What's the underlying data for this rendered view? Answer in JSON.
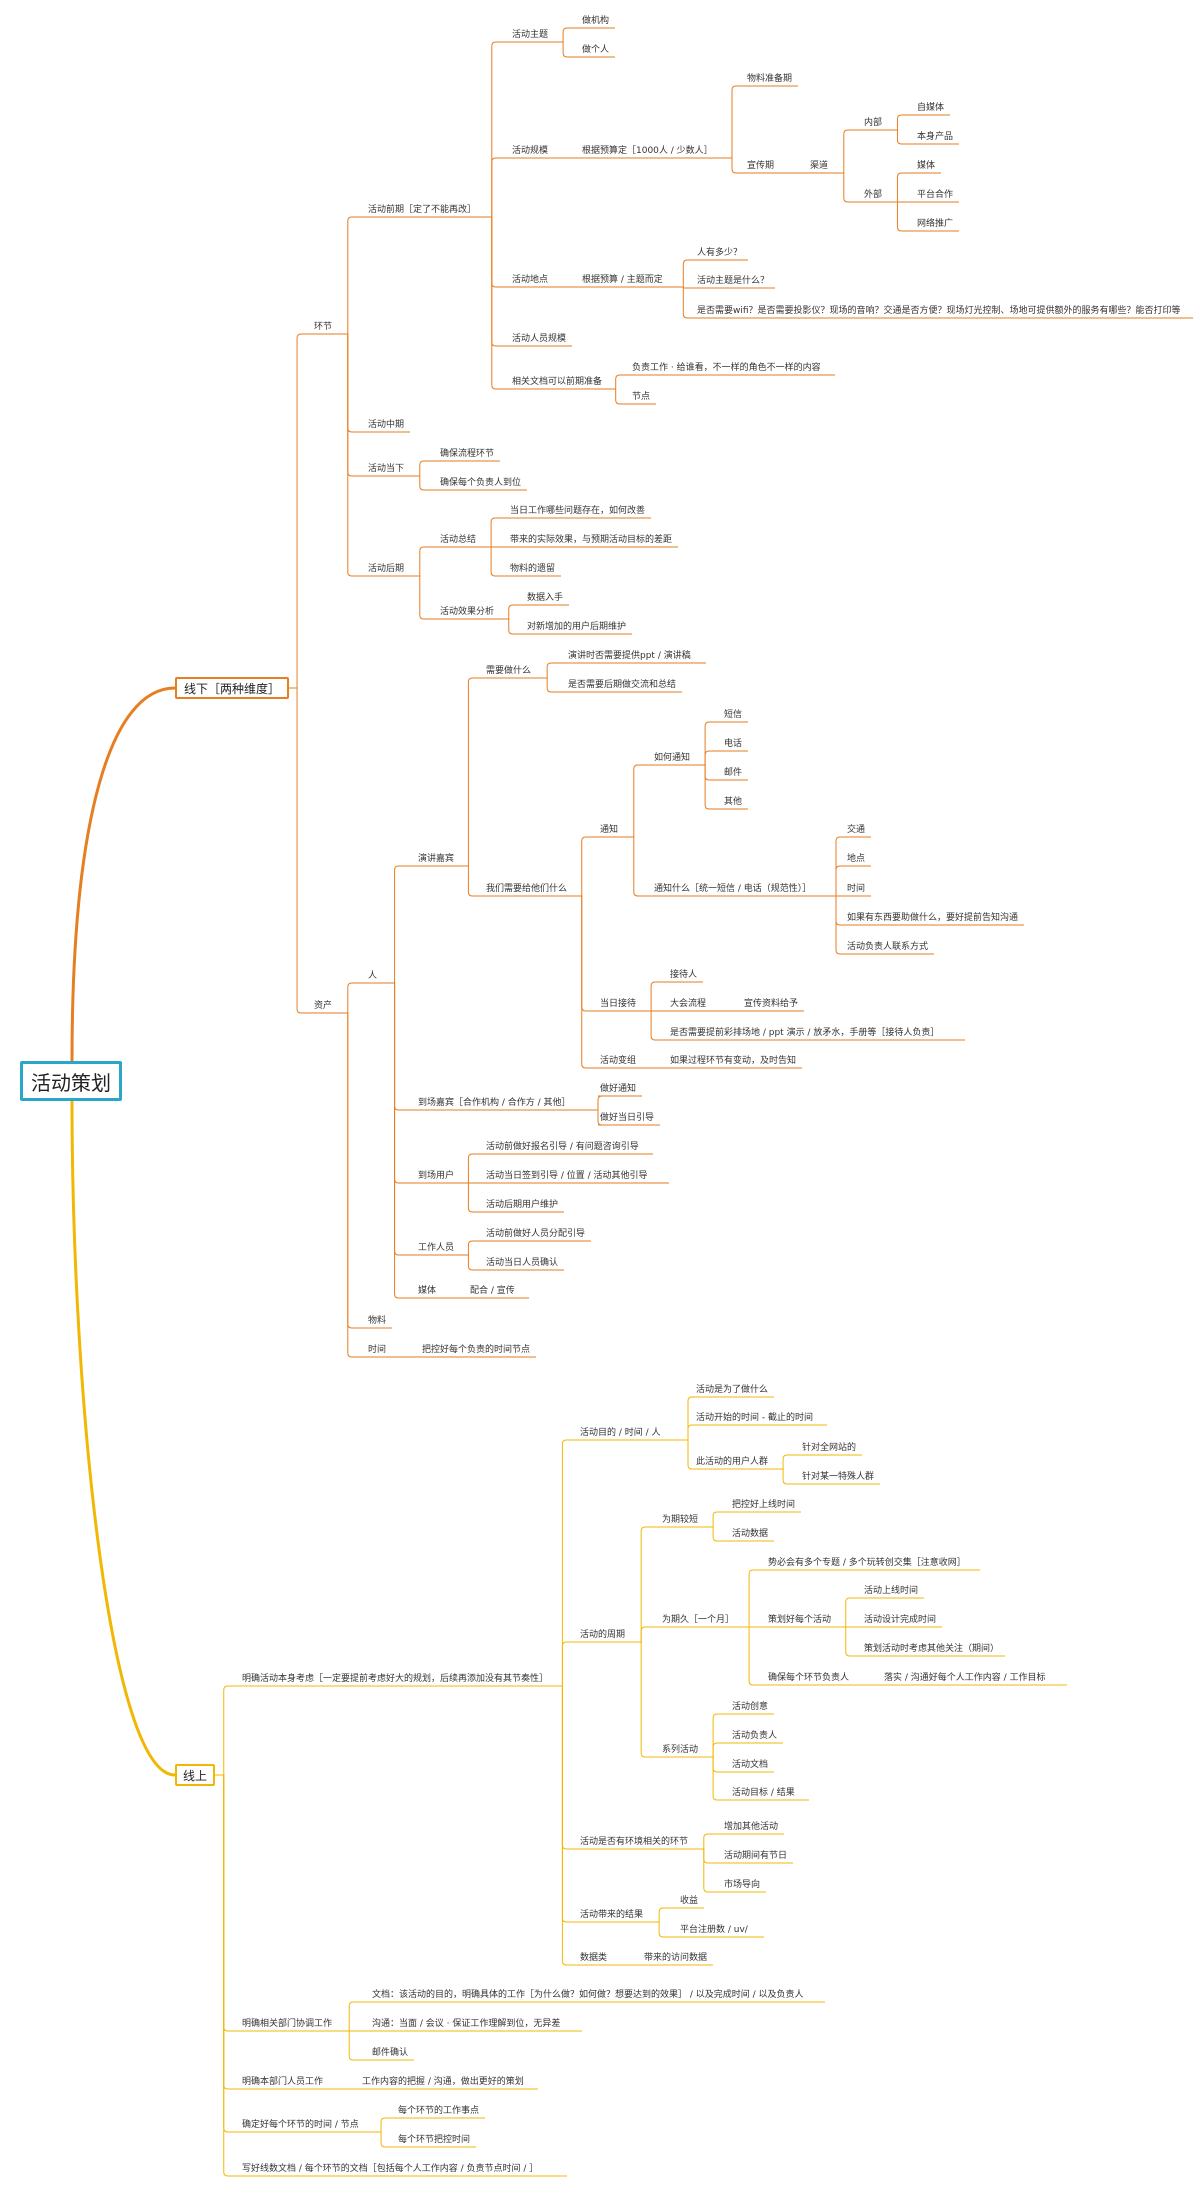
{
  "colors": {
    "root_border": "#2AA6C9",
    "offline": "#E67E22",
    "online": "#F2B705"
  },
  "root": {
    "label": "活动策划"
  },
  "offline": {
    "label": "线下［两种维度］",
    "huanjie": {
      "label": "环节",
      "qianqi": {
        "label": "活动前期［定了不能再改］",
        "zhuti": {
          "label": "活动主题",
          "items": [
            "做机构",
            "做个人"
          ]
        },
        "guimo": {
          "label": "活动规模",
          "baseline": "根据预算定［1000人 / 少数人］",
          "prep": "物料准备期",
          "publicity": "宣传期",
          "channel": "渠道",
          "inner": "内部",
          "outer": "外部",
          "inner_items": [
            "自媒体",
            "本身产品"
          ],
          "outer_items": [
            "媒体",
            "平台合作",
            "网络推广"
          ]
        },
        "didian": {
          "label": "活动地点",
          "baseline": "根据预算 / 主题而定",
          "items": [
            "人有多少？",
            "活动主题是什么？",
            "是否需要wifi？是否需要投影仪？现场的音响？交通是否方便？现场灯光控制、场地可提供额外的服务有哪些？能否打印等"
          ]
        },
        "renyuan": {
          "label": "活动人员规模"
        },
        "wendang": {
          "label": "相关文档可以前期准备",
          "items": [
            "负责工作 · 给谁看，不一样的角色不一样的内容",
            "节点"
          ]
        }
      },
      "zhongqi": {
        "label": "活动中期"
      },
      "dangxia": {
        "label": "活动当下",
        "items": [
          "确保流程环节",
          "确保每个负责人到位"
        ]
      },
      "houqi": {
        "label": "活动后期",
        "zongjie": {
          "label": "活动总结",
          "items": [
            "当日工作哪些问题存在，如何改善",
            "带来的实际效果，与预期活动目标的差距",
            "物料的遗留"
          ]
        },
        "fenxi": {
          "label": "活动效果分析",
          "items": [
            "数据入手",
            "对新增加的用户后期维护"
          ]
        }
      }
    },
    "zichan": {
      "label": "资产",
      "ren": {
        "label": "人",
        "jiabin": {
          "label": "演讲嘉宾",
          "xuyao": {
            "label": "需要做什么",
            "items": [
              "演讲时否需要提供ppt / 演讲稿",
              "是否需要后期做交流和总结"
            ]
          },
          "gaosu": {
            "label": "我们需要给他们什么",
            "tongzhi": {
              "label": "通知",
              "ruhe": "如何通知",
              "ruhe_items": [
                "短信",
                "电话",
                "邮件",
                "其他"
              ],
              "shenme": "通知什么［统一短信 / 电话（规范性）］",
              "shenme_items": [
                "交通",
                "地点",
                "时间",
                "如果有东西要助做什么，要好提前告知沟通",
                "活动负责人联系方式"
              ]
            },
            "dangri": {
              "label": "当日接待",
              "items": [
                "接待人",
                "大会流程",
                "是否需要提前彩排场地 / ppt 演示 / 放矛水，手册等［接待人负责］"
              ],
              "xuanchuan": "宣传资料给予"
            },
            "bianzhi": {
              "label": "活动变组",
              "items": [
                "如果过程环节有变动，及时告知"
              ]
            }
          }
        },
        "hezuo": {
          "label": "到场嘉宾［合作机构 / 合作方 / 其他］",
          "items": [
            "做好通知",
            "做好当日引导"
          ]
        },
        "yonghu": {
          "label": "到场用户",
          "items": [
            "活动前做好报名引导 / 有问题咨询引导",
            "活动当日签到引导 / 位置 / 活动其他引导",
            "活动后期用户维护"
          ]
        },
        "gongzuo": {
          "label": "工作人员",
          "items": [
            "活动前做好人员分配引导",
            "活动当日人员确认"
          ]
        },
        "meiti": {
          "label": "媒体",
          "items": [
            "配合 / 宣传"
          ]
        }
      },
      "wuliao": {
        "label": "物料"
      },
      "shijian": {
        "label": "时间",
        "items": [
          "把控好每个负责的时间节点"
        ]
      }
    }
  },
  "online": {
    "label": "线上",
    "mingque": {
      "label": "明确活动本身考虑［一定要提前考虑好大的规划，后续再添加没有其节奏性］",
      "mudi": {
        "label": "活动目的 / 时间 / 人",
        "items": [
          "活动是为了做什么",
          "活动开始的时间 - 截止的时间",
          "此活动的用户人群"
        ],
        "crowd": [
          "针对全网站的",
          "针对某一特殊人群"
        ]
      },
      "zhouqi": {
        "label": "活动的周期",
        "duanqi": {
          "label": "为期较短",
          "items": [
            "把控好上线时间",
            "活动数据"
          ]
        },
        "changqi": {
          "label": "为期久［一个月］",
          "items": [
            "势必会有多个专题 / 多个玩转创交集［注意收网］",
            "策划好每个活动",
            "确保每个环节负责人"
          ],
          "cehua": [
            "活动上线时间",
            "活动设计完成时间",
            "策划活动时考虑其他关注（期间）"
          ],
          "fuze": "落实 / 沟通好每个人工作内容 / 工作目标"
        },
        "xilie": {
          "label": "系列活动",
          "items": [
            "活动创意",
            "活动负责人",
            "活动文档",
            "活动目标 / 结果"
          ]
        }
      },
      "xuyao": {
        "label": "活动是否有环境相关的环节",
        "items": [
          "增加其他活动",
          "活动期间有节日",
          "市场导向"
        ]
      },
      "jieguo": {
        "label": "活动带来的结果",
        "items": [
          "收益",
          "平台注册数 / uv/"
        ]
      },
      "shuju": {
        "label": "数据类",
        "items": [
          "带来的访问数据"
        ]
      }
    },
    "bumen": {
      "label": "明确相关部门协调工作",
      "items": [
        "文档：该活动的目的，明确具体的工作［为什么做？如何做？想要达到的效果］ / 以及完成时间 / 以及负责人",
        "沟通：当面 / 会议 · 保证工作理解到位，无异差",
        "邮件确认"
      ]
    },
    "renyuan": {
      "label": "明确本部门人员工作",
      "items": [
        "工作内容的把握 / 沟通，做出更好的策划"
      ]
    },
    "shijian": {
      "label": "确定好每个环节的时间 / 节点",
      "items": [
        "每个环节的工作事点",
        "每个环节把控时间"
      ]
    },
    "wendang": {
      "label": "写好线数文档 / 每个环节的文档［包括每个人工作内容 / 负责节点时间 / ］"
    }
  }
}
